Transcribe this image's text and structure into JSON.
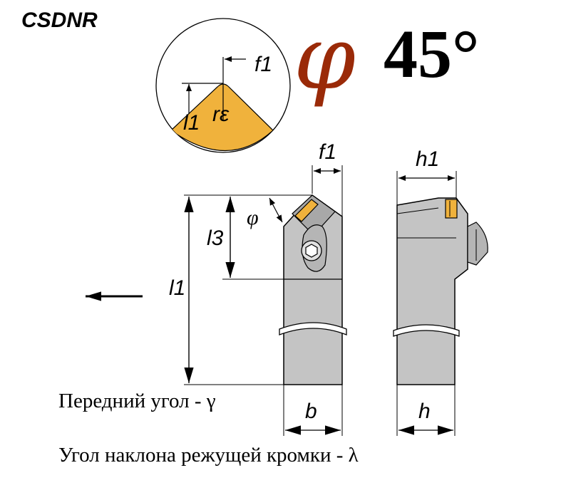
{
  "header": {
    "code": "CSDNR",
    "phi_symbol": "φ",
    "angle_value": "45°",
    "phi_color": "#9a2a08"
  },
  "insert_detail": {
    "label_f1": "f1",
    "label_l1": "l1",
    "label_r_epsilon": "rε",
    "insert_color": "#f0b23c"
  },
  "front_view": {
    "label_f1": "f1",
    "label_l1": "l1",
    "label_l3": "l3",
    "label_phi": "φ",
    "label_b": "b",
    "body_color": "#c4c4c4"
  },
  "side_view": {
    "label_h1": "h1",
    "label_h": "h"
  },
  "footer": {
    "rake_angle": "Передний угол - γ",
    "inclination_angle": "Угол наклона режущей кромки - λ"
  }
}
